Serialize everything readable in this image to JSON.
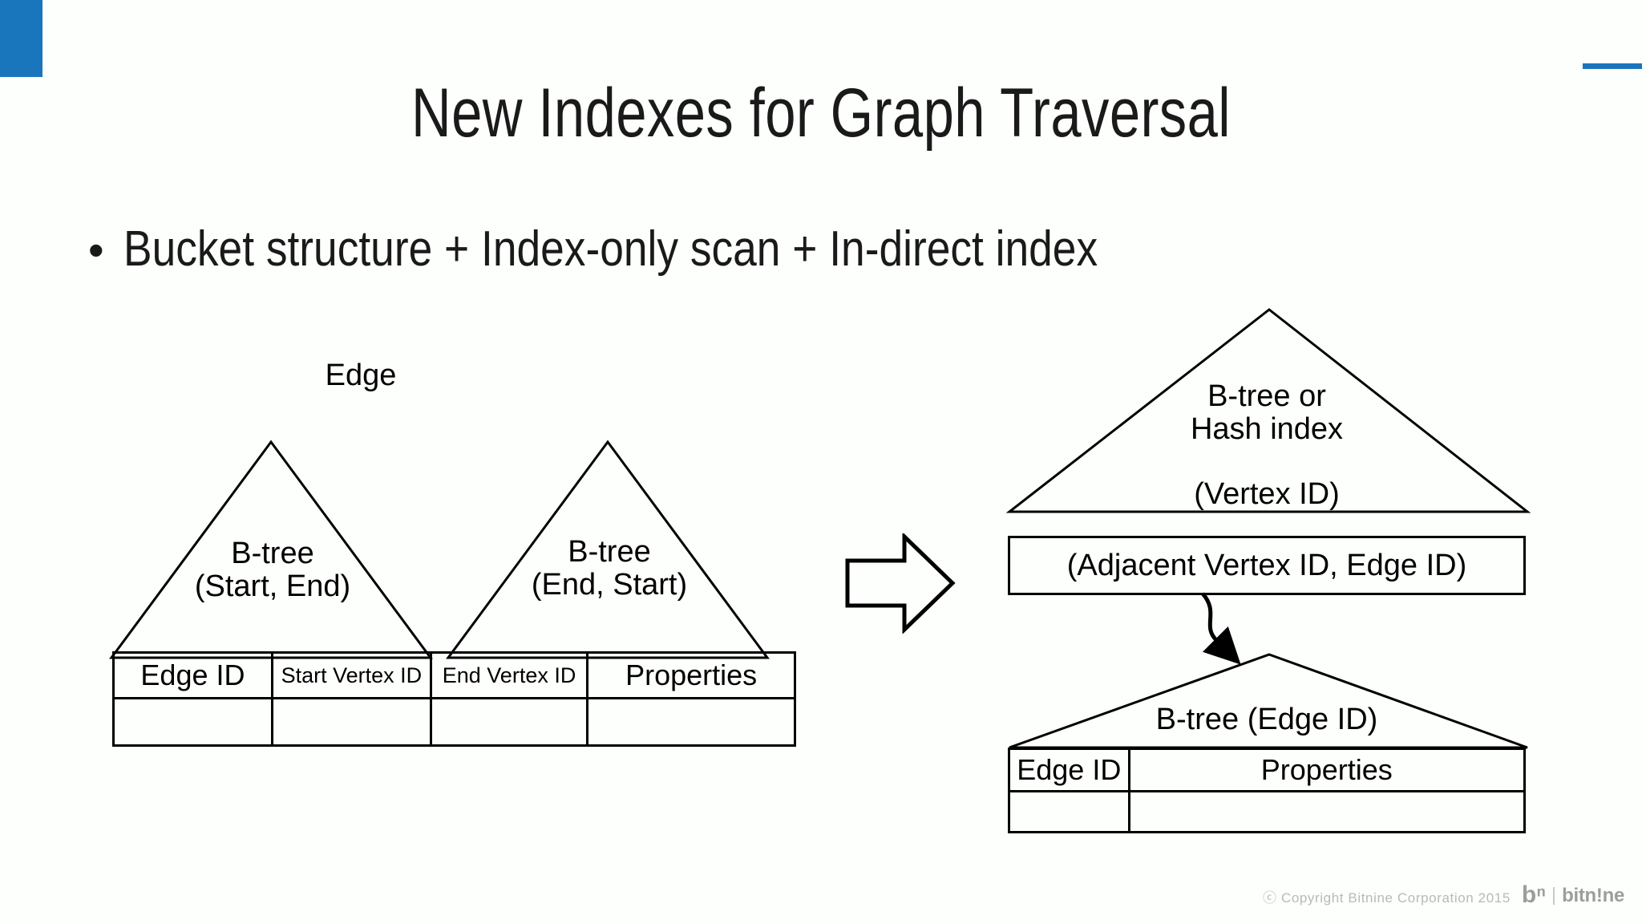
{
  "slide": {
    "title": "New Indexes for Graph Traversal",
    "bullet_marker": "•",
    "bullet_text": "Bucket structure + Index-only scan + In-direct index",
    "accent_color": "#1a76bc",
    "background_color": "#fdfffc",
    "line_color": "#000000"
  },
  "left_group": {
    "group_label": "Edge",
    "triangles": [
      {
        "label": "B-tree\n(Start, End)"
      },
      {
        "label": "B-tree\n(End, Start)"
      }
    ],
    "table": {
      "headers": [
        "Edge ID",
        "Start Vertex ID",
        "End Vertex ID",
        "Properties"
      ],
      "rows": [
        [
          "",
          "",
          "",
          ""
        ]
      ]
    }
  },
  "transition": {
    "icon": "right-block-arrow"
  },
  "right_group": {
    "top_triangle": {
      "label_line1": "B-tree or\nHash index",
      "label_line2": "(Vertex ID)"
    },
    "bucket_box": {
      "label": "(Adjacent Vertex ID, Edge ID)"
    },
    "bottom_triangle": {
      "label": "B-tree (Edge ID)"
    },
    "table": {
      "headers": [
        "Edge ID",
        "Properties"
      ],
      "rows": [
        [
          "",
          ""
        ]
      ]
    }
  },
  "footer": {
    "copyright": "ⓒ Copyright Bitnine Corporation 2015",
    "logo_mark": "bⁿ",
    "logo_text": "bitn!ne"
  }
}
